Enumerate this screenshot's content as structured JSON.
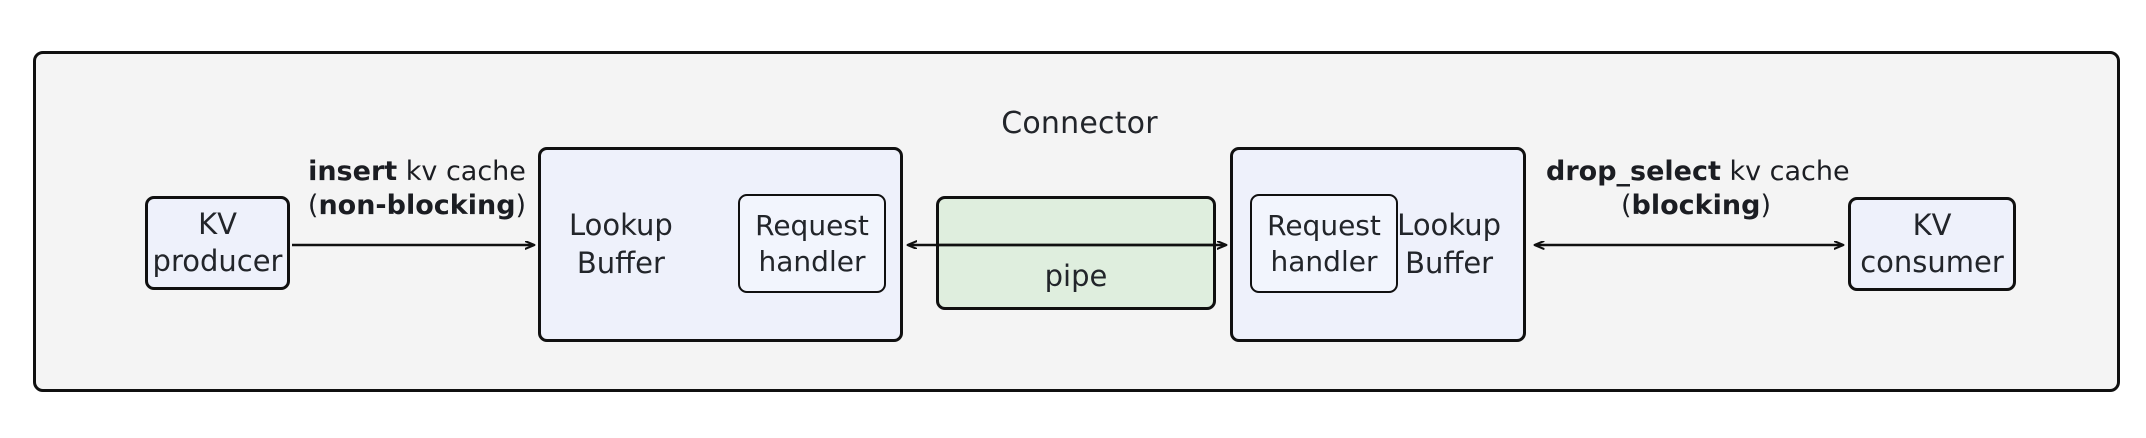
{
  "diagram": {
    "title": "Connector",
    "nodes": {
      "kv_producer": {
        "line1": "KV",
        "line2": "producer"
      },
      "lookup_buffer_left": {
        "line1": "Lookup",
        "line2": "Buffer"
      },
      "request_handler_left": {
        "line1": "Request",
        "line2": "handler"
      },
      "pipe": {
        "label": "pipe"
      },
      "request_handler_right": {
        "line1": "Request",
        "line2": "handler"
      },
      "lookup_buffer_right": {
        "line1": "Lookup",
        "line2": "Buffer"
      },
      "kv_consumer": {
        "line1": "KV",
        "line2": "consumer"
      }
    },
    "edges": {
      "insert": {
        "line1_bold": "insert",
        "line1_rest": " kv cache",
        "line2_open": "(",
        "line2_bold": "non-blocking",
        "line2_close": ")",
        "direction": "producer-to-lookup-buffer"
      },
      "drop_select": {
        "line1_bold": "drop_select",
        "line1_rest": " kv cache",
        "line2_open": "(",
        "line2_bold": "blocking",
        "line2_close": ")",
        "direction": "bidirectional"
      }
    },
    "colors": {
      "frame_fill": "#f4f4f4",
      "node_fill": "#eef1fb",
      "pipe_fill": "#dfeede",
      "stroke": "#101010",
      "text": "#22252a"
    }
  }
}
